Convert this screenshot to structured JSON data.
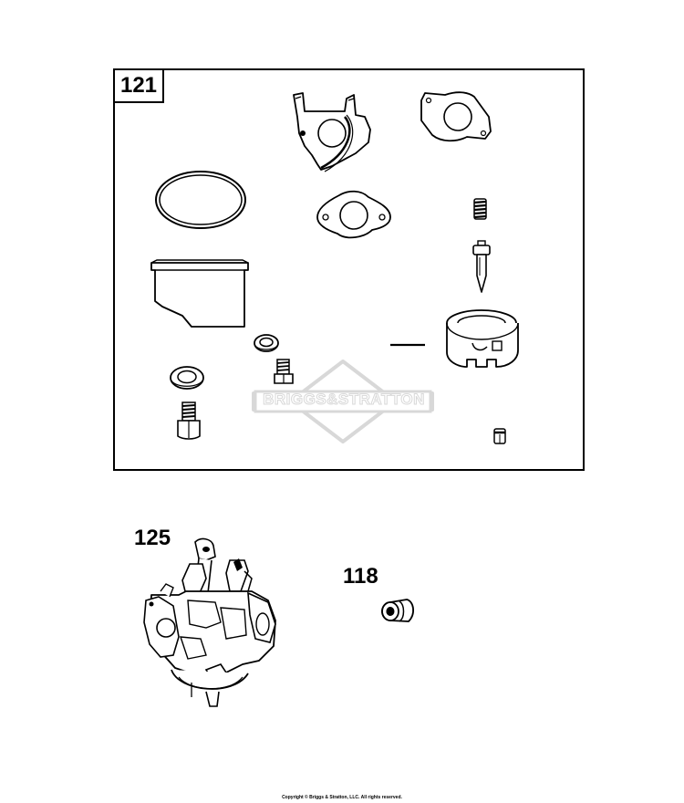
{
  "callouts": {
    "kit": "121",
    "carburetor": "125",
    "fitting": "118"
  },
  "watermark": {
    "brand_text": "BRIGGS&STRATTON"
  },
  "footer": {
    "copyright": "Copyright © Briggs & Stratton, LLC. All rights reserved."
  },
  "colors": {
    "line": "#000000",
    "watermark": "#d8d8d8",
    "background": "#ffffff"
  }
}
